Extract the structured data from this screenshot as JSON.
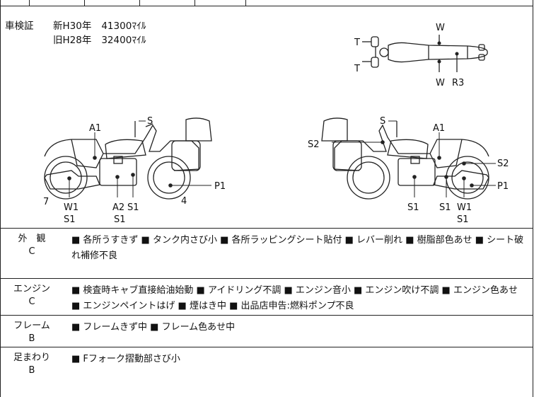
{
  "inspection": {
    "label": "車検証",
    "new": {
      "era": "新H30年",
      "mileage": "41300ﾏｲﾙ"
    },
    "old": {
      "era": "旧H28年",
      "mileage": "32400ﾏｲﾙ"
    }
  },
  "diagram_labels": {
    "top_view": [
      "T",
      "T",
      "W",
      "W",
      "R3"
    ],
    "left_view": [
      "A1",
      "S",
      "7",
      "W1",
      "S1",
      "A2",
      "S1",
      "S1",
      "4",
      "P1"
    ],
    "right_view": [
      "S",
      "A1",
      "S2",
      "S2",
      "S1",
      "S1",
      "W1",
      "S1",
      "P1"
    ]
  },
  "sections": [
    {
      "name": "外　観",
      "grade": "C",
      "remarks": "■ 各所うすきず ■ タンク内さび小 ■ 各所ラッピングシート貼付 ■ レバー削れ ■ 樹脂部色あせ ■ シート破れ補修不良"
    },
    {
      "name": "エンジン",
      "grade": "C",
      "remarks": "■ 検査時キャブ直接給油始動 ■ アイドリング不調 ■ エンジン音小 ■ エンジン吹け不調 ■ エンジン色あせ ■ エンジンペイントはげ ■ 煙はき中 ■ 出品店申告:燃料ポンプ不良"
    },
    {
      "name": "フレーム",
      "grade": "B",
      "remarks": "■ フレームきず中 ■ フレーム色あせ中"
    },
    {
      "name": "足まわり",
      "grade": "B",
      "remarks": "■ Fフォーク摺動部さび小"
    }
  ]
}
